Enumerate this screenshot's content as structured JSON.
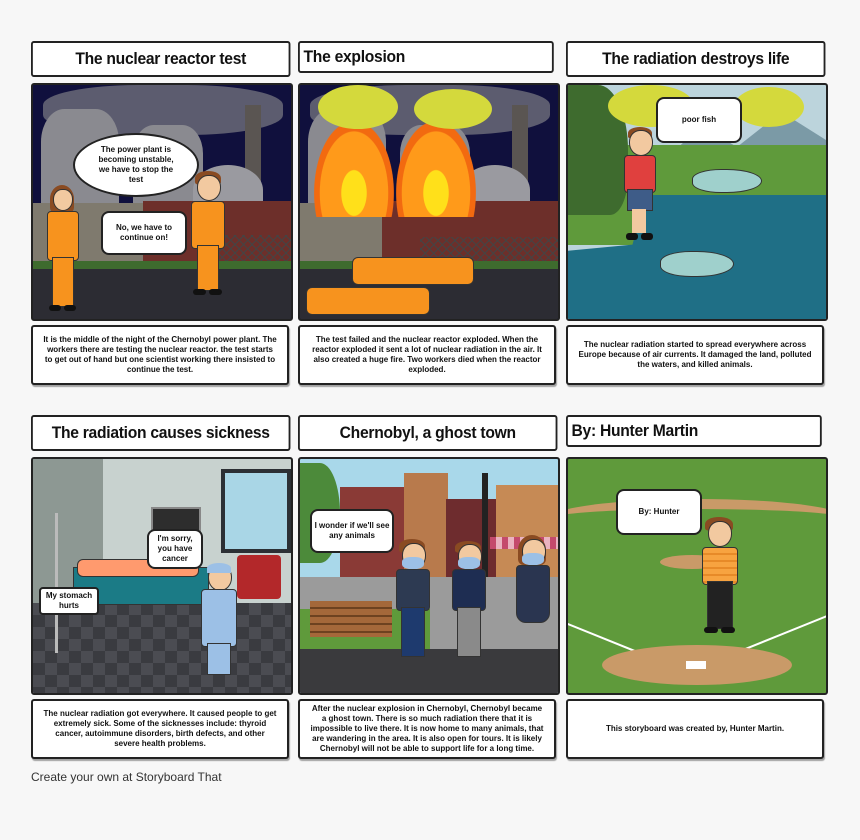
{
  "storyboard": {
    "cells": [
      {
        "title": "The nuclear reactor test",
        "description": "It is the middle of the night of the Chernobyl power plant. The workers there are testing the nuclear reactor. the test starts to get out of hand but one scientist working there insisted to continue the test.",
        "bubbles": [
          "The power plant is becoming unstable, we have to stop the test",
          "No, we have to continue on!"
        ]
      },
      {
        "title": "The explosion",
        "description": "The test failed and the nuclear reactor exploded. When the reactor exploded it sent a lot of nuclear radiation in the air. It also created a huge fire. Two workers died when the reactor exploded.",
        "bubbles": []
      },
      {
        "title": "The radiation destroys life",
        "description": "The nuclear radiation started to spread everywhere across Europe because of air currents. It damaged the land, polluted the waters, and killed animals.",
        "bubbles": [
          "poor fish"
        ]
      },
      {
        "title": "The radiation causes sickness",
        "description": "The nuclear radiation got everywhere. It caused people to get extremely sick. Some of the sicknesses include: thyroid cancer, autoimmune disorders, birth defects, and other severe health problems.",
        "bubbles": [
          "I'm sorry, you have cancer",
          "My stomach hurts"
        ]
      },
      {
        "title": "Chernobyl, a ghost town",
        "description": "After the nuclear explosion in Chernobyl, Chernobyl became a ghost town. There is so much radiation there that it is impossible to live there. It is now home to many animals, that are wandering in the area. It is also open for tours. It is likely Chernobyl will not be able to support life for a long time.",
        "bubbles": [
          "I wonder if we'll see any animals"
        ]
      },
      {
        "title": "By: Hunter Martin",
        "description": "This storyboard was created by, Hunter Martin.",
        "bubbles": [
          "By: Hunter"
        ]
      }
    ]
  },
  "footer": {
    "text": "Create your own at Storyboard That"
  },
  "colors": {
    "page_bg": "#f7f7f7",
    "border": "#222222",
    "night_sky": "#0f0f3a",
    "jumpsuit": "#f7931e",
    "toxic_cloud": "#d4d93c",
    "water": "#1f6f86",
    "grass": "#5f9a3b"
  }
}
